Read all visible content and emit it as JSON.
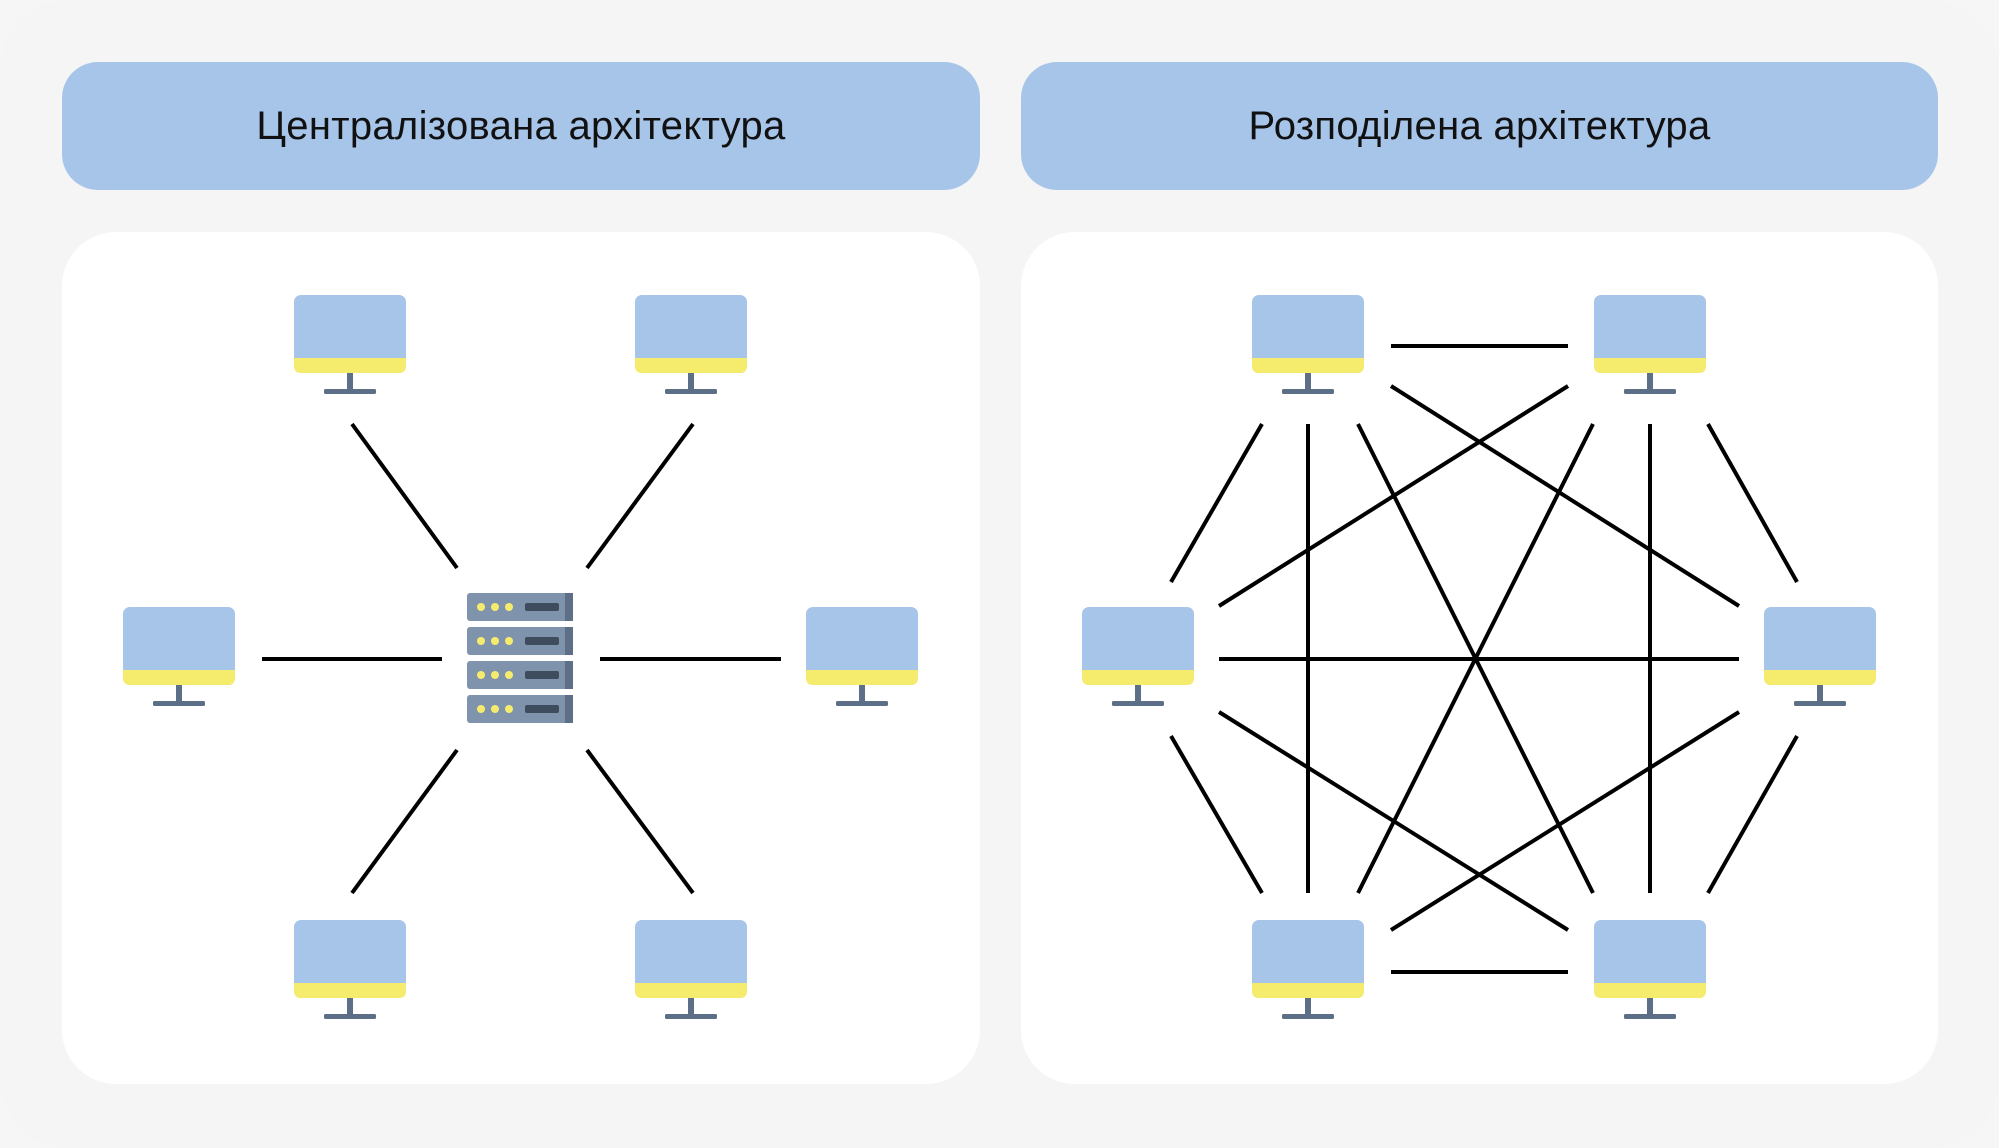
{
  "left": {
    "title": "Централізована архітектура",
    "server_icon": "server-rack-icon",
    "computer_icon": "monitor-icon",
    "node_count": 6
  },
  "right": {
    "title": "Розподілена архітектура",
    "computer_icon": "monitor-icon",
    "node_count": 6
  },
  "colors": {
    "background": "#f5f5f5",
    "header": "#a7c4e9",
    "panel": "#ffffff",
    "screen": "#a7c4e9",
    "screen_accent": "#f5ec6e",
    "stand": "#5c6f86",
    "server_body": "#7f93ac",
    "server_dot": "#f5ec6e",
    "server_slot": "#3e4c5e",
    "line": "#000000"
  }
}
